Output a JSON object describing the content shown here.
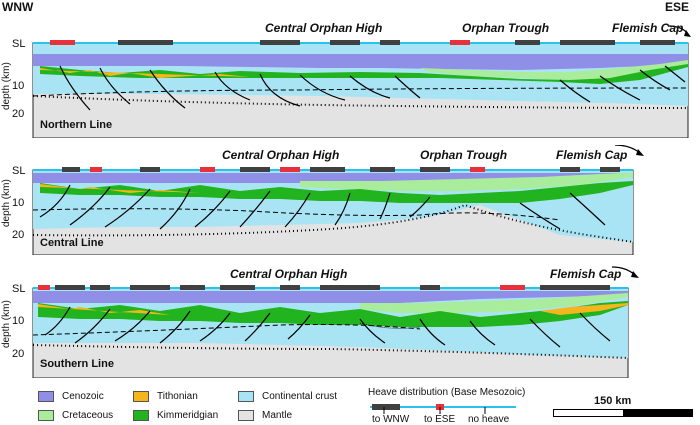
{
  "header": {
    "left": "WNW",
    "right": "ESE"
  },
  "panels": [
    {
      "name": "Northern Line",
      "regions": [
        "Central Orphan High",
        "Orphan Trough",
        "Flemish Cap"
      ]
    },
    {
      "name": "Central Line",
      "regions": [
        "Central Orphan High",
        "Orphan Trough",
        "Flemish Cap"
      ]
    },
    {
      "name": "Southern Line",
      "regions": [
        "Central Orphan High",
        "Flemish Cap"
      ]
    }
  ],
  "axis": {
    "label": "depth (km)",
    "ticks": [
      "SL",
      "10",
      "20"
    ]
  },
  "legend": {
    "items": [
      {
        "label": "Cenozoic",
        "color": "#8f8fe8"
      },
      {
        "label": "Cretaceous",
        "color": "#a8ec9c"
      },
      {
        "label": "Tithonian",
        "color": "#f5b51c"
      },
      {
        "label": "Kimmeridgian",
        "color": "#22b41e"
      },
      {
        "label": "Continental crust",
        "color": "#a9e4f5"
      },
      {
        "label": "Mantle",
        "color": "#e3e3e3"
      }
    ],
    "heave": {
      "title": "Heave distribution (Base Mesozoic)",
      "to_wnw": "to WNW",
      "to_ese": "to ESE",
      "no_heave": "no heave",
      "colors": {
        "wnw": "#404040",
        "ese": "#e8303a",
        "none": "#25c3ee"
      }
    }
  },
  "scale": {
    "label": "150 km"
  }
}
